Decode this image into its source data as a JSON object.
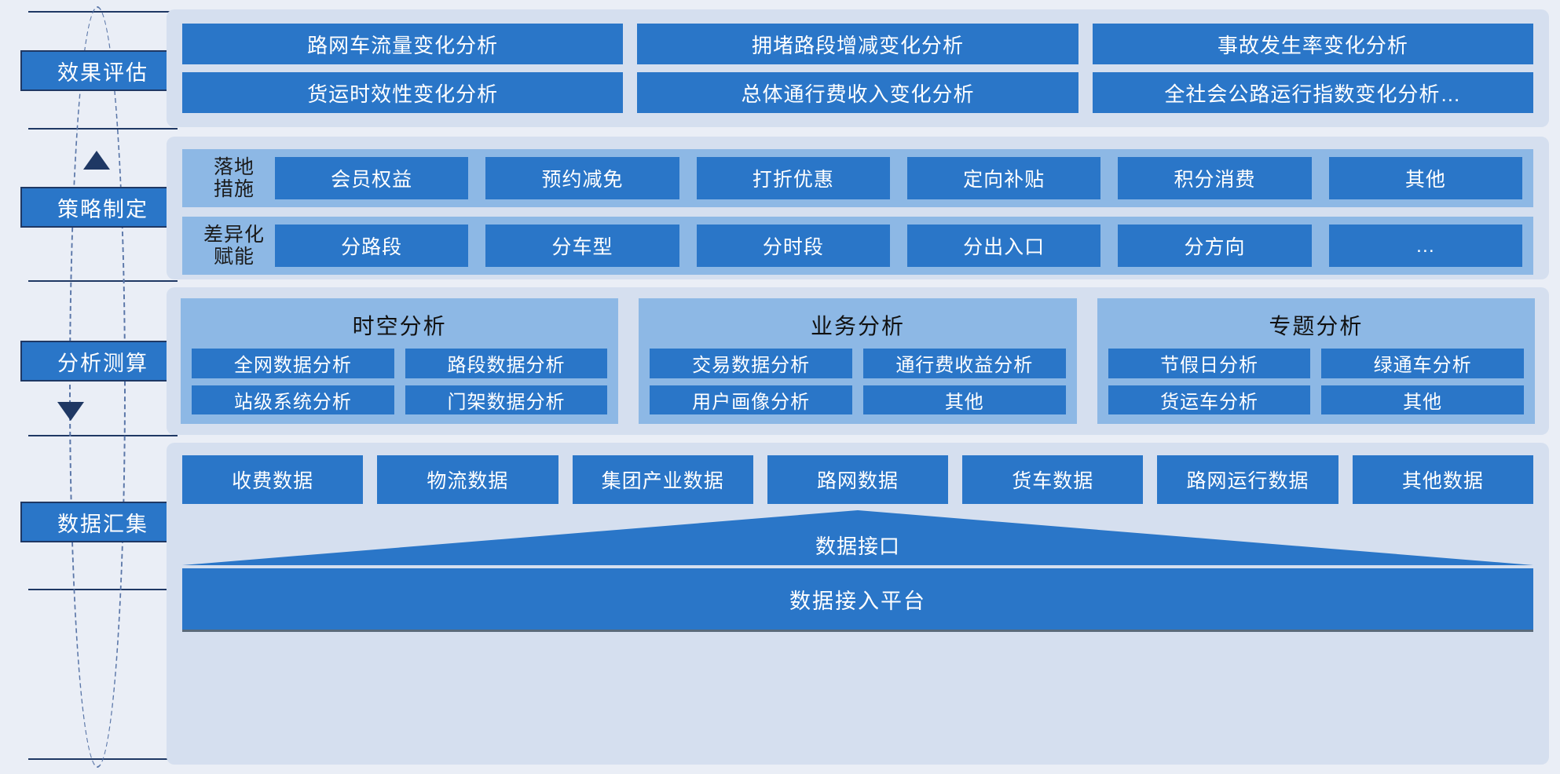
{
  "theme": {
    "page_bg": "#eaeef6",
    "panel_bg": "#d5dfef",
    "accent_blue": "#2a76c8",
    "light_blue": "#8db8e5",
    "navy": "#1f3864",
    "text_on_blue": "#ffffff"
  },
  "rail": {
    "stages": [
      {
        "label": "效果评估"
      },
      {
        "label": "策略制定"
      },
      {
        "label": "分析测算"
      },
      {
        "label": "数据汇集"
      }
    ],
    "arrows": [
      {
        "name": "arrow-up",
        "direction": "up"
      },
      {
        "name": "arrow-down",
        "direction": "down"
      }
    ]
  },
  "sections": {
    "effect_evaluation": {
      "items": [
        "路网车流量变化分析",
        "拥堵路段增减变化分析",
        "事故发生率变化分析",
        "货运时效性变化分析",
        "总体通行费收入变化分析",
        "全社会公路运行指数变化分析…"
      ]
    },
    "strategy": {
      "rows": [
        {
          "label_line1": "落地",
          "label_line2": "措施",
          "items": [
            "会员权益",
            "预约减免",
            "打折优惠",
            "定向补贴",
            "积分消费",
            "其他"
          ]
        },
        {
          "label_line1": "差异化",
          "label_line2": "赋能",
          "items": [
            "分路段",
            "分车型",
            "分时段",
            "分出入口",
            "分方向",
            "…"
          ]
        }
      ]
    },
    "analysis": {
      "cards": [
        {
          "title": "时空分析",
          "items": [
            "全网数据分析",
            "路段数据分析",
            "站级系统分析",
            "门架数据分析"
          ]
        },
        {
          "title": "业务分析",
          "items": [
            "交易数据分析",
            "通行费收益分析",
            "用户画像分析",
            "其他"
          ]
        },
        {
          "title": "专题分析",
          "items": [
            "节假日分析",
            "绿通车分析",
            "货运车分析",
            "其他"
          ]
        }
      ]
    },
    "data_collection": {
      "sources": [
        "收费数据",
        "物流数据",
        "集团产业数据",
        "路网数据",
        "货车数据",
        "路网运行数据",
        "其他数据"
      ],
      "interface_label": "数据接口",
      "platform_label": "数据接入平台"
    }
  }
}
